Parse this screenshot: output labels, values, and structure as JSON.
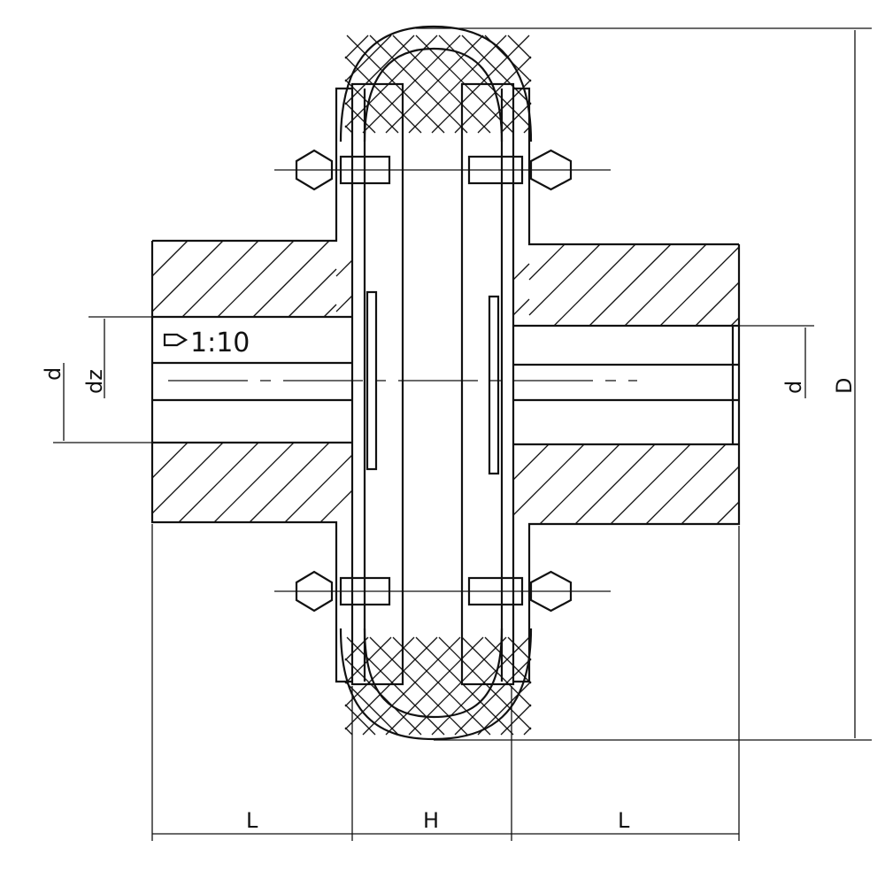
{
  "drawing": {
    "taper_label": "1:10",
    "labels": {
      "left_bore": "d",
      "left_taper_bore": "dz",
      "right_bore": "d",
      "outer_diameter": "D",
      "hub_length_left": "L",
      "gap": "H",
      "hub_length_right": "L"
    }
  }
}
